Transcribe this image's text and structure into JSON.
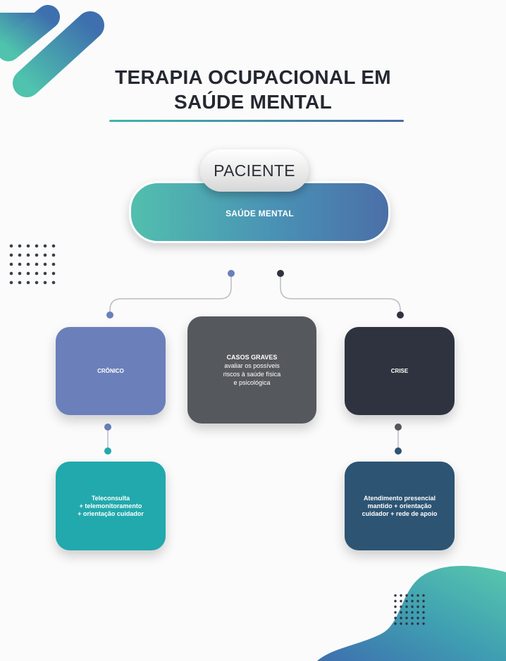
{
  "title": {
    "line1": "TERAPIA OCUPACIONAL EM",
    "line2": "SAÚDE MENTAL"
  },
  "header": {
    "capsule": "PACIENTE",
    "pill": "SAÚDE MENTAL"
  },
  "boxes": {
    "cronico": "CRÔNICO",
    "graves": [
      "CASOS GRAVES",
      "avaliar os possíveis",
      "riscos à saúde física",
      "e psicológica"
    ],
    "crise": "CRISE",
    "tele": [
      "Teleconsulta",
      "+ telemonitoramento",
      "+ orientação cuidador"
    ],
    "atend": [
      "Atendimento presencial",
      "mantido + orientação",
      "cuidador + rede de apoio"
    ]
  },
  "colors": {
    "teal": "#3eb7a9",
    "blue": "#4b6fa8",
    "cronico": "#6b7fbb",
    "graves": "#55585d",
    "crise": "#2f333f",
    "tele": "#21a9ad",
    "atend": "#2d5473"
  }
}
